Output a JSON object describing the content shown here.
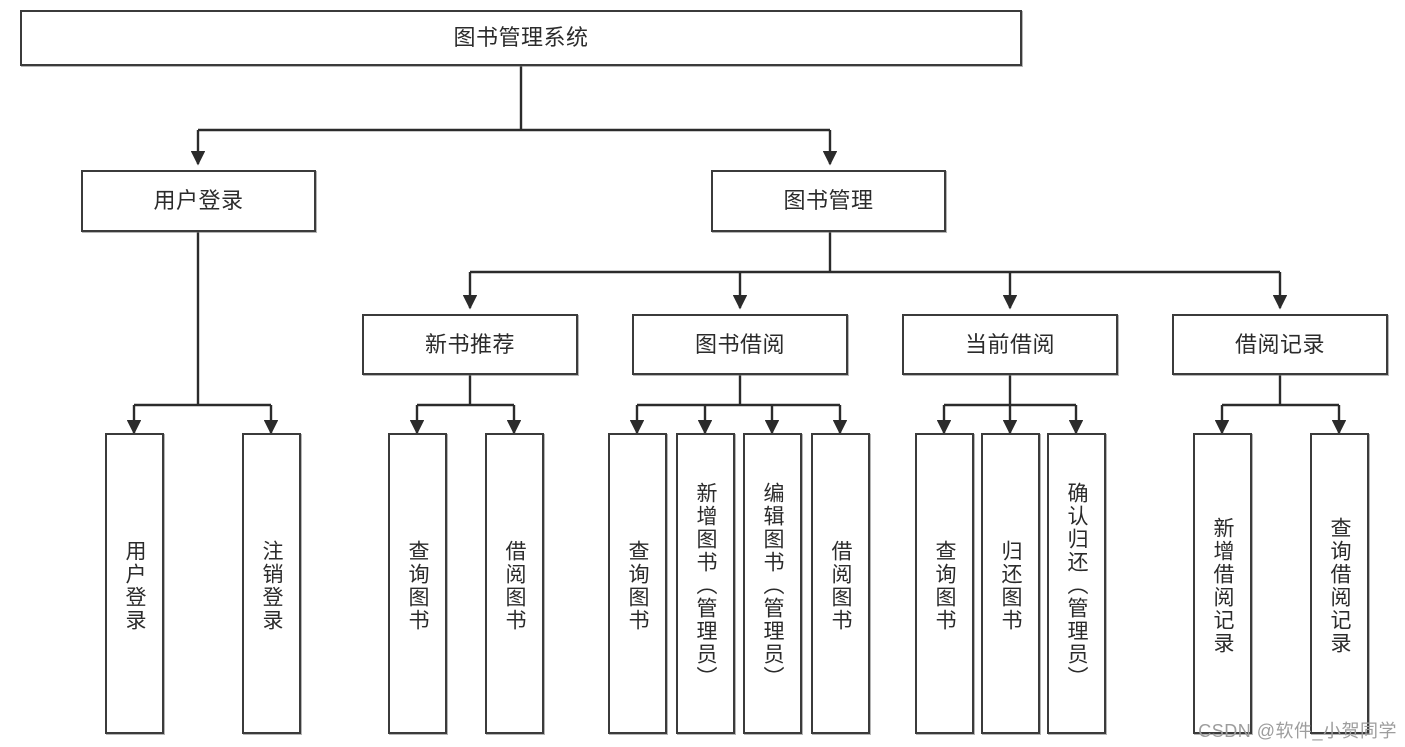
{
  "diagram": {
    "type": "tree",
    "orientation": "top-down",
    "title_node": "图书管理系统",
    "watermark": "CSDN @软件_小贺同学",
    "colors": {
      "box_border": "#3b3b3b",
      "box_fill": "#ffffff",
      "connector": "#2b2b2b",
      "text": "#2b2b2b",
      "watermark": "#9d9d9d",
      "background": "#ffffff"
    },
    "levels": [
      {
        "level": 1,
        "nodes": [
          {
            "id": "root",
            "label": "图书管理系统"
          }
        ]
      },
      {
        "level": 2,
        "nodes": [
          {
            "id": "login",
            "label": "用户登录",
            "parent": "root"
          },
          {
            "id": "bookmgmt",
            "label": "图书管理",
            "parent": "root"
          }
        ]
      },
      {
        "level": 3,
        "nodes": [
          {
            "id": "newbook",
            "label": "新书推荐",
            "parent": "bookmgmt"
          },
          {
            "id": "borrow",
            "label": "图书借阅",
            "parent": "bookmgmt"
          },
          {
            "id": "current",
            "label": "当前借阅",
            "parent": "bookmgmt"
          },
          {
            "id": "records",
            "label": "借阅记录",
            "parent": "bookmgmt"
          }
        ]
      },
      {
        "level": 4,
        "nodes": [
          {
            "id": "leaf-1",
            "label": "用户登录",
            "parent": "login"
          },
          {
            "id": "leaf-2",
            "label": "注销登录",
            "parent": "login"
          },
          {
            "id": "leaf-3",
            "label": "查询图书",
            "parent": "newbook"
          },
          {
            "id": "leaf-4",
            "label": "借阅图书",
            "parent": "newbook"
          },
          {
            "id": "leaf-5",
            "label": "查询图书",
            "parent": "borrow"
          },
          {
            "id": "leaf-6",
            "label": "新增图书（管理员）",
            "parent": "borrow"
          },
          {
            "id": "leaf-7",
            "label": "编辑图书（管理员）",
            "parent": "borrow"
          },
          {
            "id": "leaf-8",
            "label": "借阅图书",
            "parent": "borrow"
          },
          {
            "id": "leaf-9",
            "label": "查询图书",
            "parent": "current"
          },
          {
            "id": "leaf-10",
            "label": "归还图书",
            "parent": "current"
          },
          {
            "id": "leaf-11",
            "label": "确认归还（管理员）",
            "parent": "current"
          },
          {
            "id": "leaf-12",
            "label": "新增借阅记录",
            "parent": "records"
          },
          {
            "id": "leaf-13",
            "label": "查询借阅记录",
            "parent": "records"
          }
        ]
      }
    ]
  }
}
